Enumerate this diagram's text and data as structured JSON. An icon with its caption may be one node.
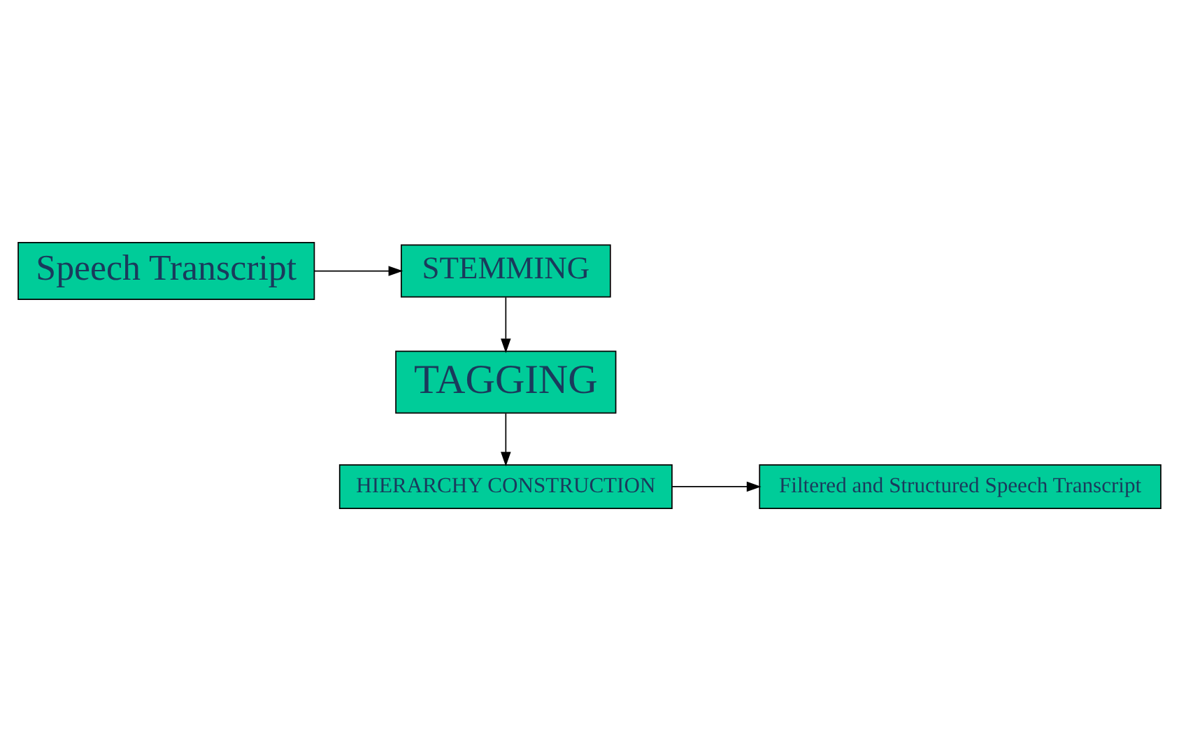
{
  "diagram": {
    "nodes": [
      {
        "text": [
          "Speech Transcript"
        ]
      },
      {
        "text": [
          "STEMMING"
        ]
      },
      {
        "text": [
          "TAGGING"
        ]
      },
      {
        "text": [
          "HIERARCHY CONSTRUCTION"
        ]
      },
      {
        "text": [
          "Filtered and Structured Speech Transcript"
        ]
      }
    ],
    "edges": [
      {
        "from": 0,
        "to": 1,
        "arrow": "to"
      },
      {
        "from": 1,
        "to": 2,
        "arrow": "to"
      },
      {
        "from": 2,
        "to": 3,
        "arrow": "to"
      },
      {
        "from": 3,
        "to": 4,
        "arrow": "to"
      }
    ]
  }
}
